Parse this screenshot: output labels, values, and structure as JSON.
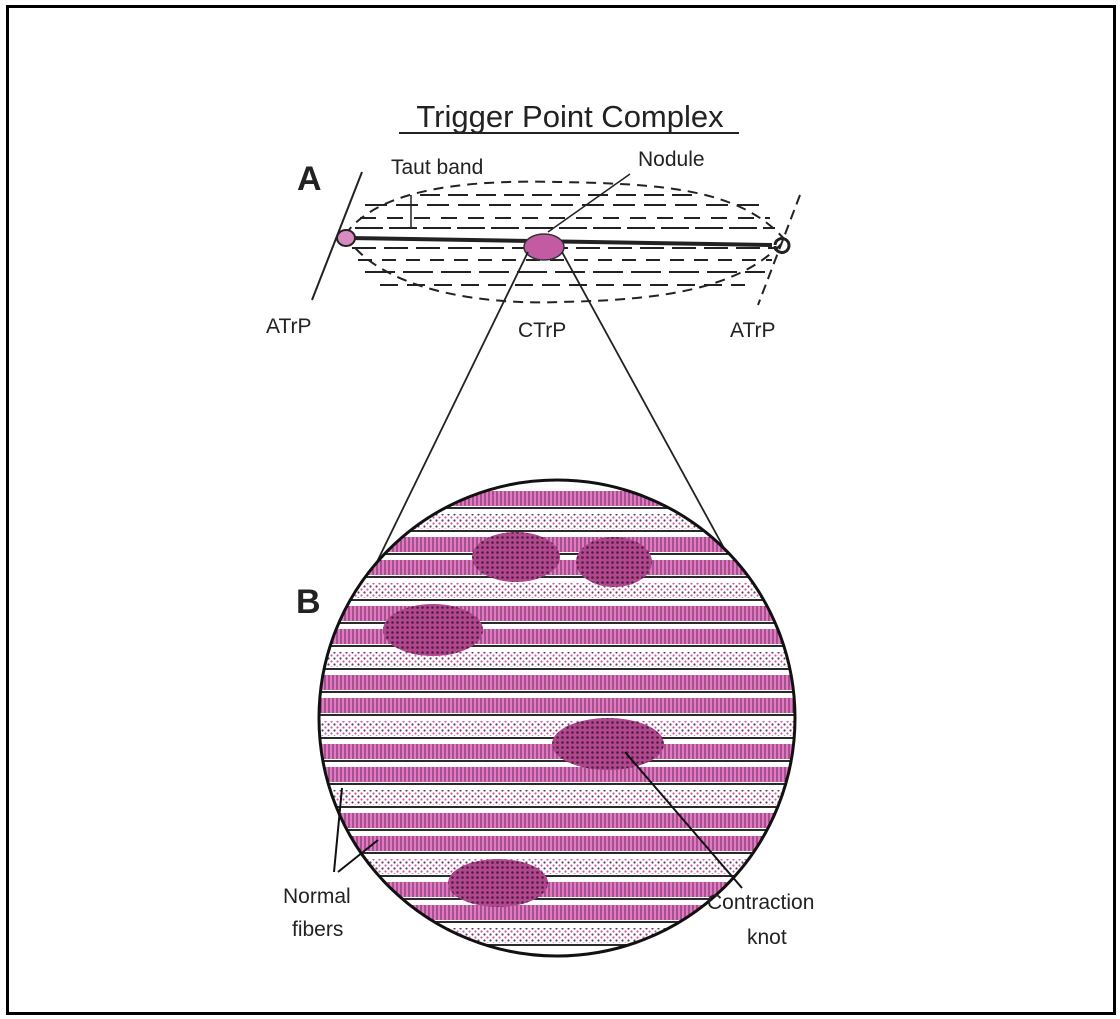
{
  "title": "Trigger Point Complex",
  "panels": {
    "a": "A",
    "b": "B"
  },
  "labels": {
    "taut_band": "Taut band",
    "nodule": "Nodule",
    "atrp_left": "ATrP",
    "ctrp": "CTrP",
    "atrp_right": "ATrP",
    "normal_fibers_1": "Normal",
    "normal_fibers_2": "fibers",
    "contraction_knot_1": "Contraction",
    "contraction_knot_2": "knot"
  },
  "colors": {
    "fiber": "#d94fb0",
    "knot": "#8c2f73",
    "ink": "#1a1a1a"
  }
}
